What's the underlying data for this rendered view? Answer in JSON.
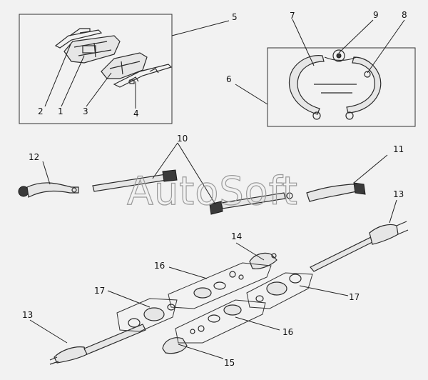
{
  "watermark": "AutoSoft",
  "callouts": {
    "c1": "1",
    "c2": "2",
    "c3": "3",
    "c4": "4",
    "c5": "5",
    "c6": "6",
    "c7": "7",
    "c8": "8",
    "c9": "9",
    "c10": "10",
    "c11": "11",
    "c12": "12",
    "c13a": "13",
    "c13b": "13",
    "c14": "14",
    "c15": "15",
    "c16a": "16",
    "c16b": "16",
    "c17a": "17",
    "c17b": "17"
  }
}
